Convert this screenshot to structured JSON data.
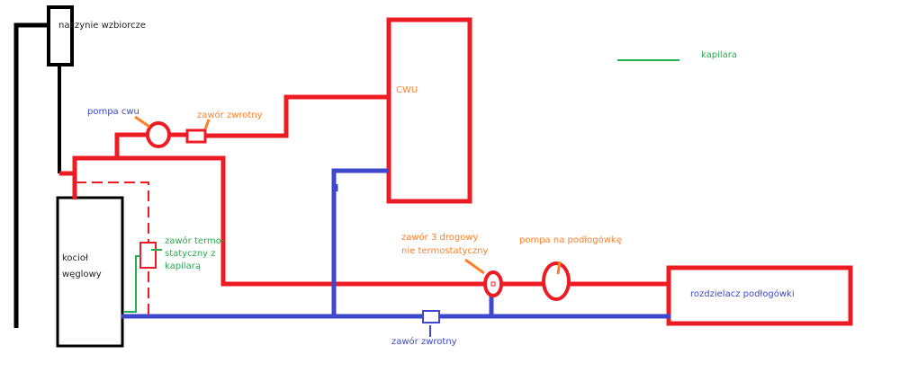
{
  "colors": {
    "hot": "#ed1c24",
    "return": "#3f48cc",
    "black": "#000000",
    "capillary": "#22b14c",
    "orange_label": "#ff7f27",
    "blue_label": "#3f48cc",
    "green_label": "#22b14c",
    "dark_label": "#222222"
  },
  "labels": {
    "expansion_tank": "naczynie wzbiorcze",
    "dhw_pump": "pompa cwu",
    "check_valve_top": "zawór zwrotny",
    "dhw_tank": "CWU",
    "legend_capillary": "kapilara",
    "three_way_valve_line1": "zawór 3 drogowy",
    "three_way_valve_line2": "nie termostatyczny",
    "floor_pump": "pompa na podłogówkę",
    "manifold": "rozdzielacz podłogówki",
    "check_valve_bottom": "zawór zwrotny",
    "boiler_line1": "kocioł",
    "boiler_line2": "węglowy",
    "thermo_valve_line1": "zawór termo-",
    "thermo_valve_line2": "statyczny z",
    "thermo_valve_line3": "kapilarą"
  }
}
